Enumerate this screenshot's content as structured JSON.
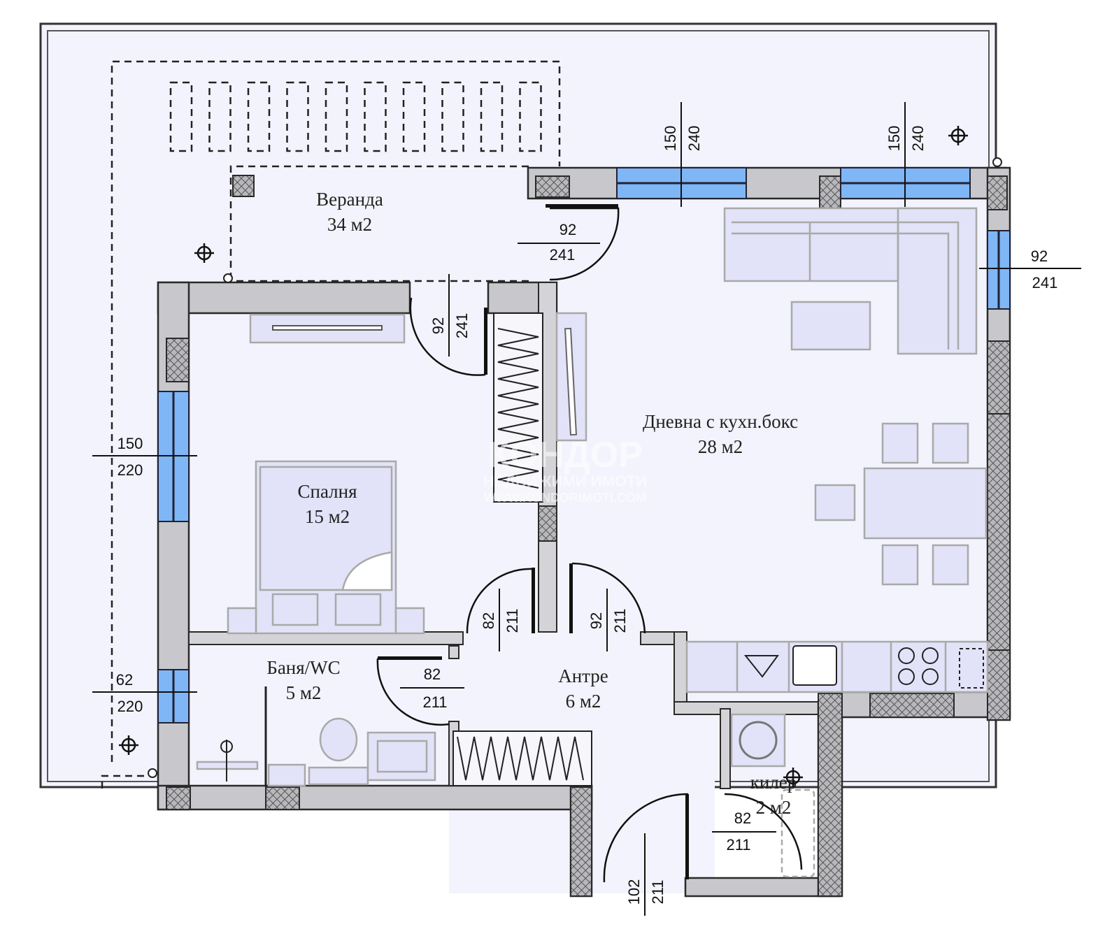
{
  "rooms": {
    "veranda": {
      "name": "Веранда",
      "area": "34 м2"
    },
    "living": {
      "name": "Дневна с кухн.бокс",
      "area": "28 м2"
    },
    "bedroom": {
      "name": "Спалня",
      "area": "15 м2"
    },
    "bathroom": {
      "name": "Баня/WC",
      "area": "5 м2"
    },
    "hall": {
      "name": "Антре",
      "area": "6 м2"
    },
    "storage": {
      "name": "килер",
      "area": "2 м2"
    }
  },
  "dimensions": {
    "window_top_left": {
      "width": "150",
      "height": "240"
    },
    "window_top_right": {
      "width": "150",
      "height": "240"
    },
    "door_veranda_living": {
      "width": "92",
      "height": "241"
    },
    "window_right": {
      "width": "92",
      "height": "241"
    },
    "door_veranda_bedroom": {
      "width": "92",
      "height": "241"
    },
    "window_bedroom": {
      "width": "150",
      "height": "220"
    },
    "window_bathroom": {
      "width": "62",
      "height": "220"
    },
    "door_bedroom": {
      "width": "82",
      "height": "211"
    },
    "door_living": {
      "width": "92",
      "height": "211"
    },
    "door_bathroom": {
      "width": "82",
      "height": "211"
    },
    "door_storage": {
      "width": "82",
      "height": "211"
    },
    "door_entrance": {
      "width": "102",
      "height": "211"
    }
  },
  "watermark": {
    "brand": "КОНДОР",
    "line2": "НЕДВИЖИМИ ИМОТИ",
    "line3": "WWW.KONDORIMOTI.COM"
  },
  "colors": {
    "floor": "#f3f3fd",
    "wall": "#c8c8cc",
    "glass": "#7fb6f6",
    "furniture": "#e2e2f8"
  }
}
